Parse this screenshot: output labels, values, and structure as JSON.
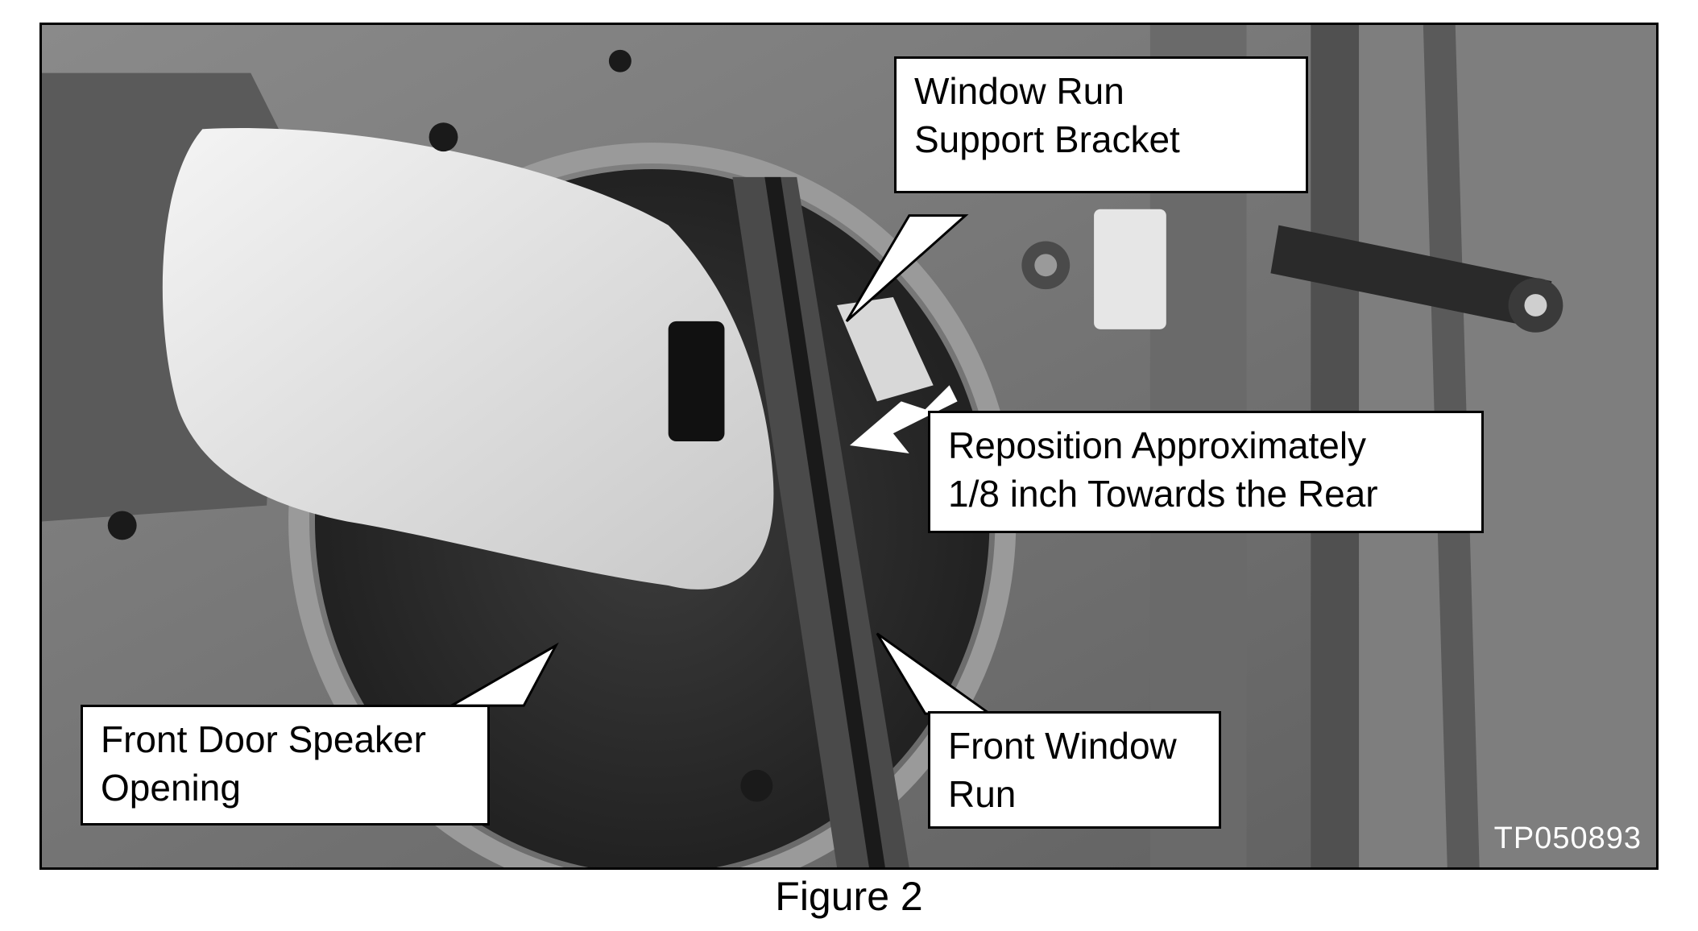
{
  "callouts": {
    "window_run_support_bracket": [
      "Window Run",
      "Support Bracket"
    ],
    "reposition_instruction": [
      "Reposition Approximately",
      "1/8 inch Towards the Rear"
    ],
    "front_door_speaker_opening": [
      "Front Door Speaker",
      "Opening"
    ],
    "front_window_run": [
      "Front Window",
      "Run"
    ]
  },
  "photo_id": "TP050893",
  "caption": "Figure 2",
  "colors": {
    "door_panel": "#7a7a7a",
    "callout_background": "#ffffff",
    "callout_border": "#000000",
    "arrow": "#ffffff"
  },
  "image_content": "grayscale photo of a hand inside a car door speaker opening adjusting the window run support bracket"
}
